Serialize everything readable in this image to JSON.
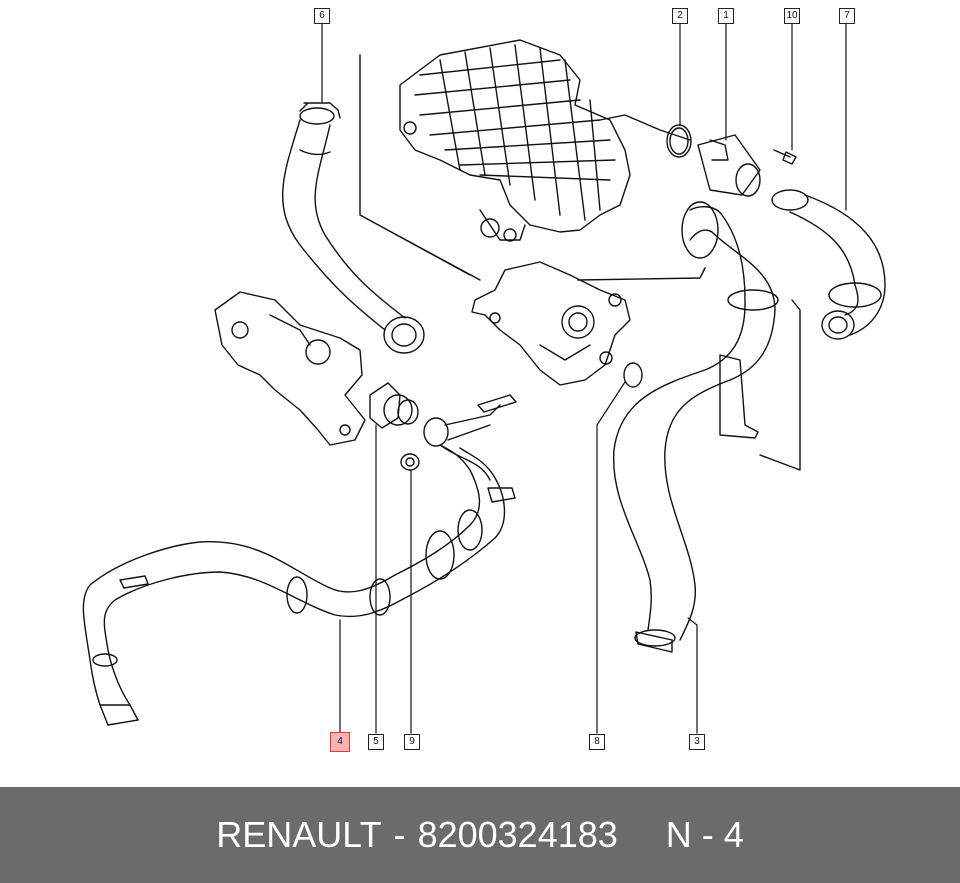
{
  "callouts": {
    "c6": "6",
    "c2": "2",
    "c1": "1",
    "c10": "10",
    "c7": "7",
    "c4": "4",
    "c5": "5",
    "c9": "9",
    "c8": "8",
    "c3": "3"
  },
  "footer": {
    "brand": "RENAULT",
    "separator": "-",
    "part_number": "8200324183",
    "position_label": "N - 4"
  },
  "colors": {
    "footer_bg": "#6b6b6b",
    "highlight_fill": "#f8b4b4",
    "highlight_border": "#e53935",
    "line": "#111111"
  }
}
